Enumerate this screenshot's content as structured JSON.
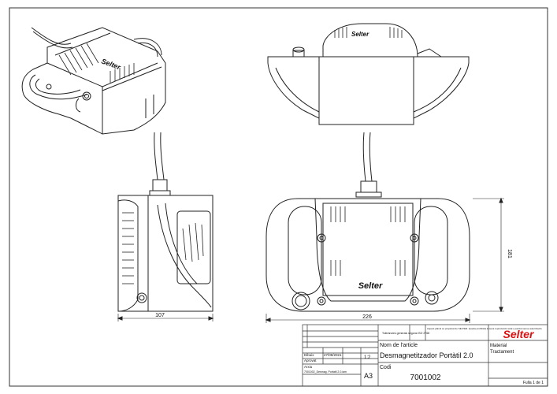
{
  "dimensions": {
    "side_width": "107",
    "front_width": "226",
    "front_height": "181"
  },
  "brand": {
    "name": "Selter"
  },
  "title_block": {
    "name_label": "Nom de l'article",
    "name_value": "Desmagnetitzador Portàtil 2.0",
    "code_label": "Codi",
    "code_value": "7001002",
    "format": "A3",
    "scale": "1:2",
    "material_label": "Material",
    "material_value": "Tractament",
    "sheet": "Fulla 1 de 1",
    "date": "27/09/2021",
    "drawn_by": "Dibuix",
    "approved_by": "Aprovat",
    "file_label": "Arxiu",
    "file_value": "7001002_Desmag. Portàtil 2.0.iam",
    "tolerances": "Toleràncies generals segons ISO 2768",
    "rights": "Aquest plànol es propietat de SELTER. Queda prohibida la seva reproducció total o parcial sense autorització."
  }
}
